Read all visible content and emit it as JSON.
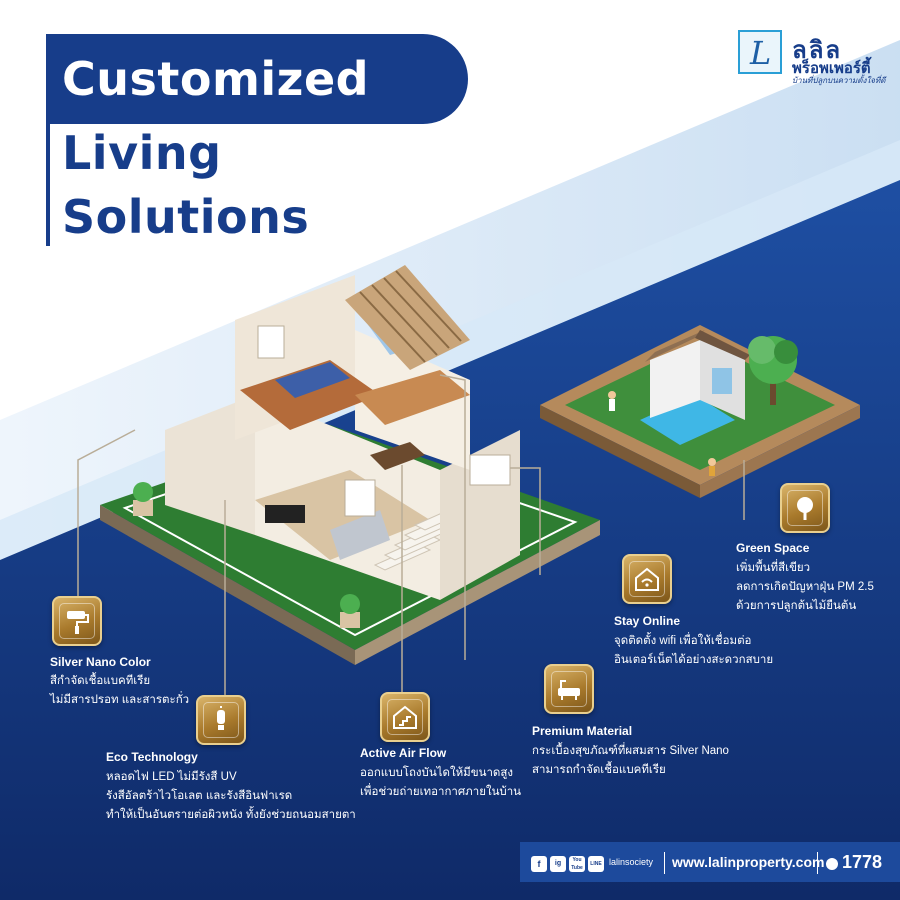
{
  "title": {
    "line1": "Customized",
    "line2": "Living",
    "line3": "Solutions"
  },
  "logo": {
    "name_line1": "ลลิล",
    "name_line2": "พร็อพเพอร์ตี้",
    "tagline": "บ้านที่ปลูกบนความตั้งใจที่ดี"
  },
  "features": [
    {
      "id": "silver-nano-color",
      "icon": "paint-roller-icon",
      "title": "Silver Nano Color",
      "lines": [
        "สีกำจัดเชื้อแบคทีเรีย",
        "ไม่มีสารปรอท และสารตะกั่ว"
      ]
    },
    {
      "id": "eco-technology",
      "icon": "lightbulb-icon",
      "title": "Eco Technology",
      "lines": [
        "หลอดไฟ LED ไม่มีรังสี UV",
        "รังสีอัลตร้าไวโอเลต และรังสีอินฟาเรด",
        "ทำให้เป็นอันตรายต่อผิวหนัง ทั้งยังช่วยถนอมสายตา"
      ]
    },
    {
      "id": "active-air-flow",
      "icon": "house-stairs-icon",
      "title": "Active Air Flow",
      "lines": [
        "ออกแบบโถงบันไดให้มีขนาดสูง",
        "เพื่อช่วยถ่ายเทอากาศภายในบ้าน"
      ]
    },
    {
      "id": "premium-material",
      "icon": "bathtub-icon",
      "title": "Premium Material",
      "lines": [
        "กระเบื้องสุขภัณฑ์ที่ผสมสาร Silver Nano",
        "สามารถกำจัดเชื้อแบคทีเรีย"
      ]
    },
    {
      "id": "stay-online",
      "icon": "wifi-house-icon",
      "title": "Stay Online",
      "lines": [
        "จุดติดตั้ง wifi เพื่อให้เชื่อมต่อ",
        "อินเตอร์เน็ตได้อย่างสะดวกสบาย"
      ]
    },
    {
      "id": "green-space",
      "icon": "tree-icon",
      "title": "Green Space",
      "lines": [
        "เพิ่มพื้นที่สีเขียว",
        "ลดการเกิดปัญหาฝุ่น PM 2.5",
        "ด้วยการปลูกต้นไม้ยืนต้น"
      ]
    }
  ],
  "footer": {
    "social": [
      "f",
      "ig",
      "You Tube",
      "LINE"
    ],
    "handle": "lalinsociety",
    "website": "www.lalinproperty.com",
    "phone": "1778"
  },
  "colors": {
    "navy": "#173d8a",
    "deep_navy": "#0f2a68",
    "light_blue": "#cfe3f7",
    "gold": "#b8893a",
    "lawn": "#3f8f3c"
  }
}
